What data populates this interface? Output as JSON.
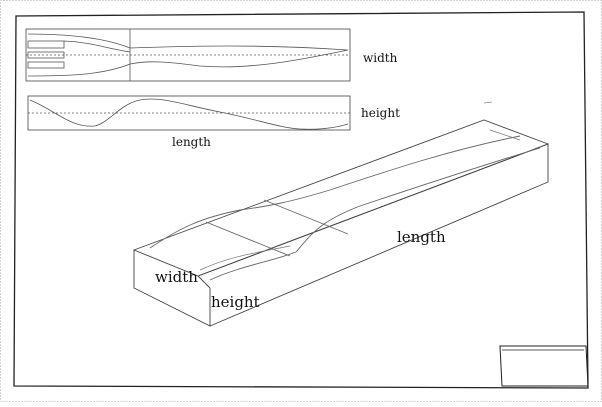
{
  "diagram": {
    "top_view": {
      "label": "width"
    },
    "side_view": {
      "label": "height"
    },
    "side_view_caption": "length",
    "iso_view": {
      "label_width": "width",
      "label_height": "height",
      "label_length": "length"
    }
  }
}
